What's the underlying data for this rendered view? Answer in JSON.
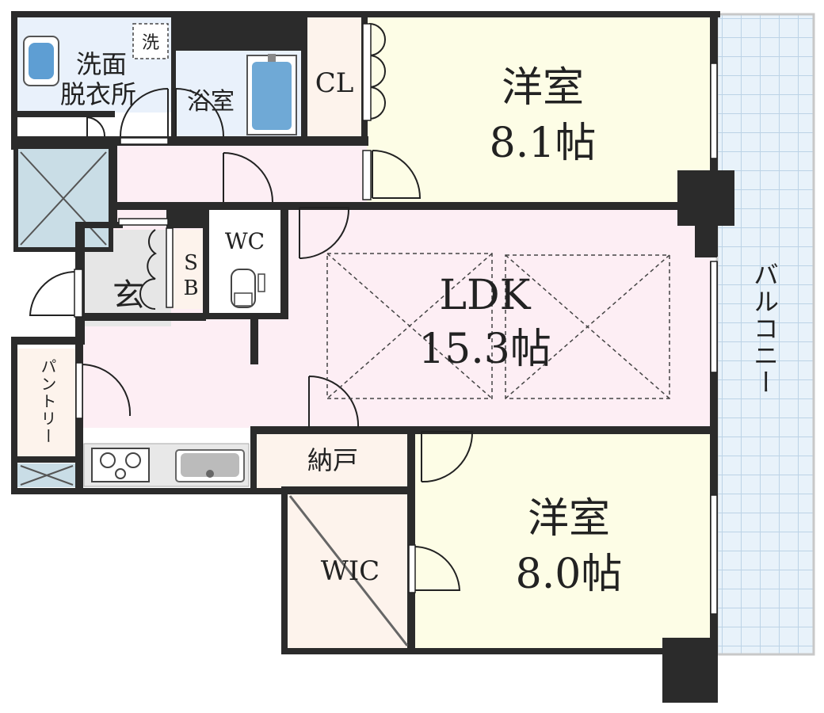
{
  "rooms": {
    "western1": {
      "name": "洋室",
      "size": "8.1帖"
    },
    "western2": {
      "name": "洋室",
      "size": "8.0帖"
    },
    "ldk": {
      "name": "LDK",
      "size": "15.3帖"
    },
    "closet": "CL",
    "bath": "浴室",
    "washroom": {
      "line1": "洗面",
      "line2": "脱衣所"
    },
    "washer": "洗",
    "toilet": "WC",
    "shoebox": {
      "line1": "S",
      "line2": "B"
    },
    "entrance": "玄",
    "storage": "納戸",
    "walkin": "WIC",
    "pantry": "パントリー",
    "balcony": "バルコニー"
  },
  "colors": {
    "western": "#fdfde6",
    "ldk": "#fdeef4",
    "storage": "#fdf3ec",
    "wet": "#e9f1fb",
    "entry": "#e6e6e6",
    "balcony": "#e6f0f8",
    "wall": "#2b2b2b"
  }
}
